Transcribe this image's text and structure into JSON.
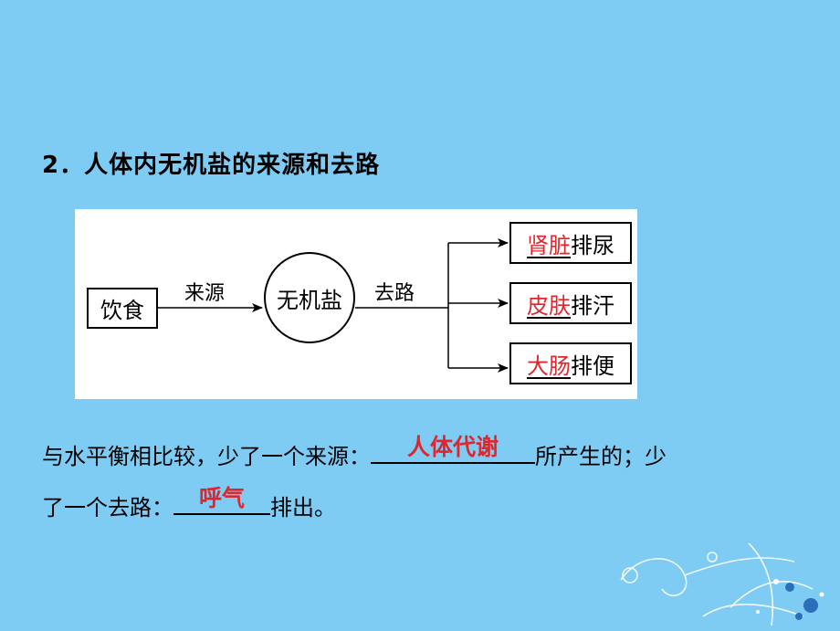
{
  "heading": "2．人体内无机盐的来源和去路",
  "diagram": {
    "source_box": "饮食",
    "source_label": "来源",
    "center": "无机盐",
    "route_label": "去路",
    "outputs": [
      {
        "organ": "肾脏",
        "action": "排尿"
      },
      {
        "organ": "皮肤",
        "action": "排汗"
      },
      {
        "organ": "大肠",
        "action": "排便"
      }
    ]
  },
  "paragraph": {
    "line1_prefix": "与水平衡相比较，少了一个来源：",
    "answer1": "人体代谢",
    "line1_suffix": "所产生的；少",
    "line2_prefix": "了一个去路：",
    "answer2": "呼气",
    "line2_suffix": "排出。"
  },
  "colors": {
    "background": "#7ecbf4",
    "answer_red": "#e0262d"
  }
}
